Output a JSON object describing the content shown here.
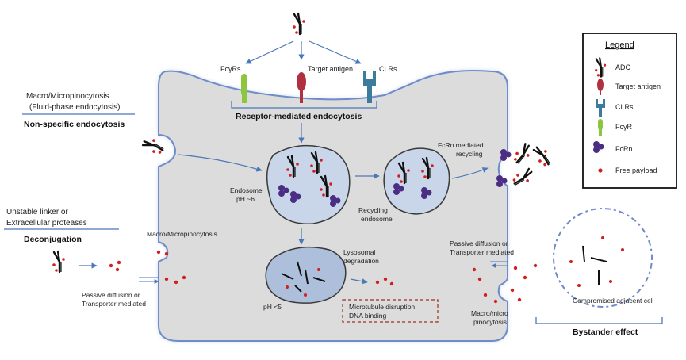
{
  "labels": {
    "fcgr": "FcγRs",
    "target_antigen": "Target antigen",
    "clrs": "CLRs",
    "receptor_mediated": "Receptor-mediated endocytosis",
    "macro_micro_1": "Macro/Micropinocytosis",
    "fluid_phase": "(Fluid-phase endocytosis)",
    "non_specific": "Non-specific endocytosis",
    "unstable_1": "Unstable linker or",
    "unstable_2": "Extracellular proteases",
    "deconjugation": "Deconjugation",
    "macro_micro_2": "Macro/Micropinocytosis",
    "passive_left_1": "Passive diffusion or",
    "passive_left_2": "Transporter mediated",
    "endosome_1": "Endosome",
    "endosome_2": "pH ~6",
    "recycling_1": "Recycling",
    "recycling_2": "endosome",
    "fcrn_recycling_1": "FcRn mediated",
    "fcrn_recycling_2": "recycling",
    "lysosomal_1": "Lysosomal",
    "lysosomal_2": "degradation",
    "ph5": "pH <5",
    "microtubule": "Microtubule disruption",
    "dna_binding": "DNA binding",
    "passive_right_1": "Passive diffusion or",
    "passive_right_2": "Transporter mediated",
    "macro_micro_3a": "Macro/micro",
    "macro_micro_3b": "pinocytosis",
    "compromised": "Compromised adjacent cell",
    "bystander": "Bystander effect"
  },
  "legend": {
    "title": "Legend",
    "items": [
      {
        "label": "ADC",
        "icon": "adc-icon"
      },
      {
        "label": "Target antigen",
        "icon": "target-antigen-icon"
      },
      {
        "label": "CLRs",
        "icon": "clr-icon"
      },
      {
        "label": "FcγR",
        "icon": "fcgr-icon"
      },
      {
        "label": "FcRn",
        "icon": "fcrn-icon"
      },
      {
        "label": "Free payload",
        "icon": "free-payload-icon"
      }
    ]
  },
  "colors": {
    "cell_fill": "#dcdcdc",
    "cell_border": "#8fa7d6",
    "vesicle_fill": "#c9d6ea",
    "lysosome_fill": "#aebfdc",
    "arrow": "#4a78b8",
    "payload": "#d02020",
    "antigen": "#b03040",
    "clr": "#3b7c9c",
    "fcgr": "#8cc63f",
    "fcrn": "#4b2e83",
    "moa_box": "#a03020"
  }
}
